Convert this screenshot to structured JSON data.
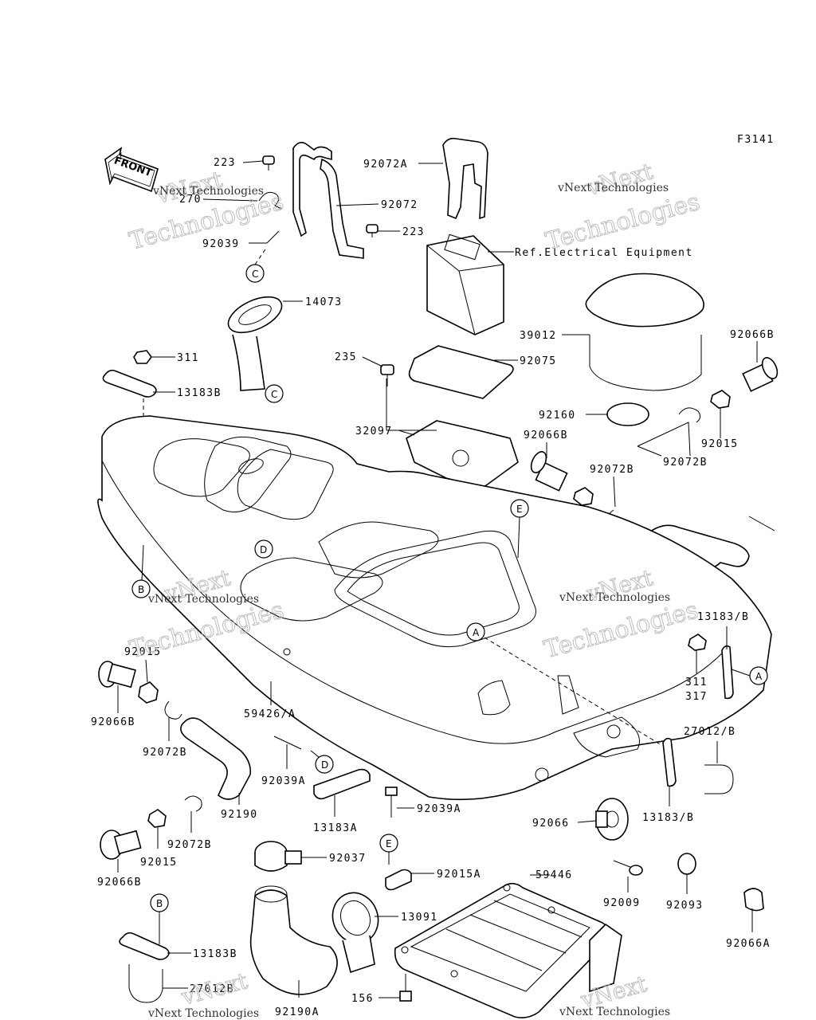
{
  "figure_code": "F3141",
  "front_arrow_label": "FRONT",
  "reference_note": "Ref.Electrical Equipment",
  "watermark": {
    "text_small": "vNext Technologies",
    "text_large": "Technologies",
    "text_prefix": "vNext"
  },
  "part_labels": {
    "p223_top": "223",
    "p270": "270",
    "p92039": "92039",
    "p14073": "14073",
    "p311": "311",
    "p13183B_top": "13183B",
    "p92072": "92072",
    "p92072A": "92072A",
    "p223_mid": "223",
    "p39012": "39012",
    "p92066B_right": "92066B",
    "p235": "235",
    "p92075": "92075",
    "p32097": "32097",
    "p92160": "92160",
    "p92015_right": "92015",
    "p92072B_right": "92072B",
    "p92066B_mid": "92066B",
    "p92072B_mid": "92072B",
    "p92015_mid": "92015",
    "p92190_right": "92190",
    "p13183slashB": "13183/B",
    "p311b": "311",
    "p317": "317",
    "p27012slashB": "27012/B",
    "p92015_left": "92015",
    "p92066B_left": "92066B",
    "p92072B_left": "92072B",
    "p59426A": "59426/A",
    "p92039A_left": "92039A",
    "p92190_left": "92190",
    "p13183A": "13183A",
    "p92039A_mid": "92039A",
    "p92066": "92066",
    "p13183slashB_low": "13183/B",
    "p92072B_low": "92072B",
    "p92015_low": "92015",
    "p92066B_low": "92066B",
    "p92037": "92037",
    "p92015A": "92015A",
    "p59446": "59446",
    "p92009": "92009",
    "p92093": "92093",
    "p92066A": "92066A",
    "p13091": "13091",
    "p13183B_low": "13183B",
    "p27012B": "27012B",
    "p92190A": "92190A",
    "p156": "156"
  },
  "callouts": {
    "A": "A",
    "B": "B",
    "C": "C",
    "D": "D",
    "E": "E"
  }
}
